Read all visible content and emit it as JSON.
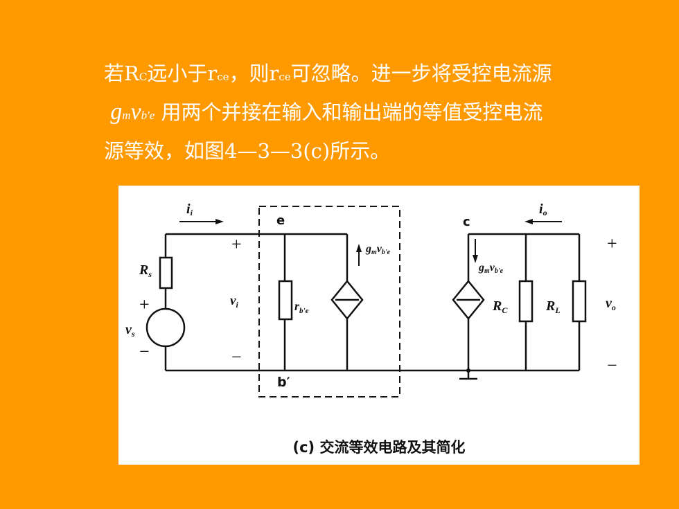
{
  "paragraph": {
    "line1": {
      "prefix": "若R",
      "sub1": "C",
      "middle": "远小于r",
      "sub2": "ce",
      "middle2": "，则r",
      "sub3": "ce",
      "suffix": "可忽略。进一步将受控电流源"
    },
    "line2": {
      "gm_g": "g",
      "gm_sub": "m",
      "v": "v",
      "v_sub": "b'e",
      "suffix": " 用两个并接在输入和输出端的等值受控电流"
    },
    "line3": "源等效，如图4—3—3(c)所示。"
  },
  "figure": {
    "caption": "(c) 交流等效电路及其简化",
    "labels": {
      "ii": "i",
      "ii_sub": "i",
      "io": "i",
      "io_sub": "o",
      "e": "e",
      "c": "c",
      "bprime": "b′",
      "plus_in": "+",
      "minus_in": "−",
      "plus_src": "+",
      "minus_src": "−",
      "plus_out": "+",
      "minus_out": "−",
      "Rs": "R",
      "Rs_sub": "s",
      "vs": "v",
      "vs_sub": "s",
      "vi": "v",
      "vi_sub": "i",
      "rbe": "r",
      "rbe_sub": "b'e",
      "gm_in": "g",
      "gm_in_sub": "m",
      "gm_in_v": "v",
      "gm_in_vsub": "b'e",
      "gm_out": "g",
      "gm_out_sub": "m",
      "gm_out_v": "v",
      "gm_out_vsub": "b'e",
      "Rc": "R",
      "Rc_sub": "C",
      "Rl": "R",
      "Rl_sub": "L",
      "vo": "v",
      "vo_sub": "o"
    }
  },
  "colors": {
    "background": "#FF9900",
    "text": "#FFFFFF",
    "figure_bg": "#FFFFFF",
    "ink": "#111111"
  }
}
